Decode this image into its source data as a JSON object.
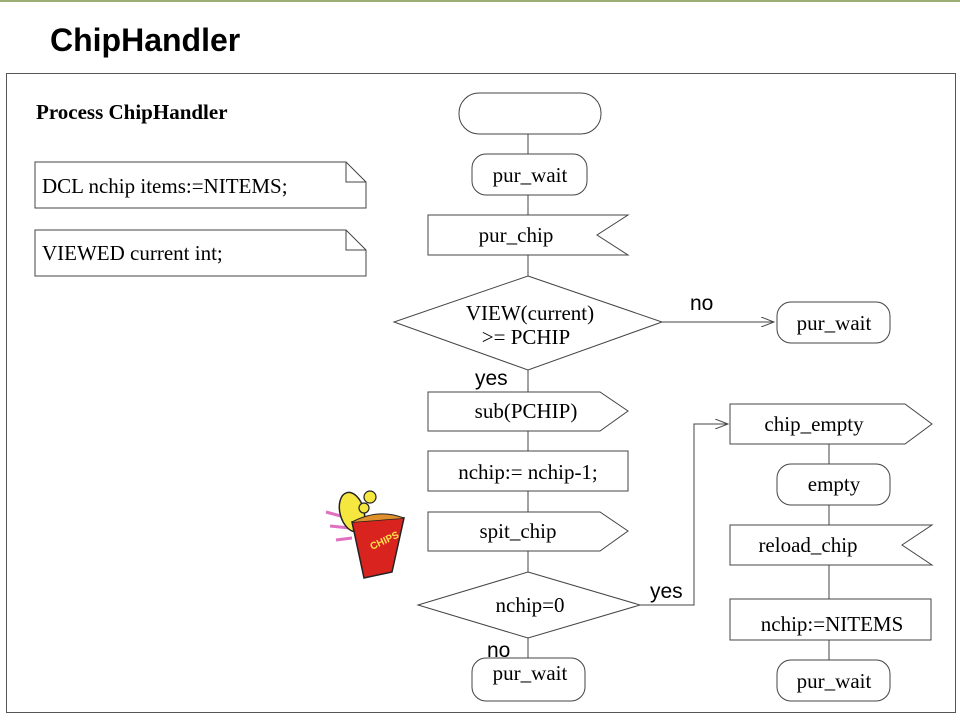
{
  "slide": {
    "title": "ChipHandler"
  },
  "declarations": {
    "process_label": "Process ChipHandler",
    "dcl_text": "DCL nchip items:=NITEMS;",
    "viewed_text": "VIEWED current int;"
  },
  "flow": {
    "start_label": "",
    "wait_top": "pur_wait",
    "input_chip": "pur_chip",
    "decision_view_line1": "VIEW(current)",
    "decision_view_line2": ">= PCHIP",
    "no_label_1": "no",
    "wait_right": "pur_wait",
    "yes_label_1": "yes",
    "output_sub": "sub(PCHIP)",
    "task_decrement": "nchip:= nchip-1;",
    "output_spit": "spit_chip",
    "decision_zero": "nchip=0",
    "yes_label_2": "yes",
    "no_label_2": "no",
    "wait_bottom_left": "pur_wait",
    "output_chip_empty": "chip_empty",
    "state_empty": "empty",
    "input_reload": "reload_chip",
    "task_reset": "nchip:=NITEMS",
    "wait_bottom_right": "pur_wait"
  },
  "clipart": {
    "bag_text": "CHIPS",
    "icon": "chips-bag-icon"
  }
}
